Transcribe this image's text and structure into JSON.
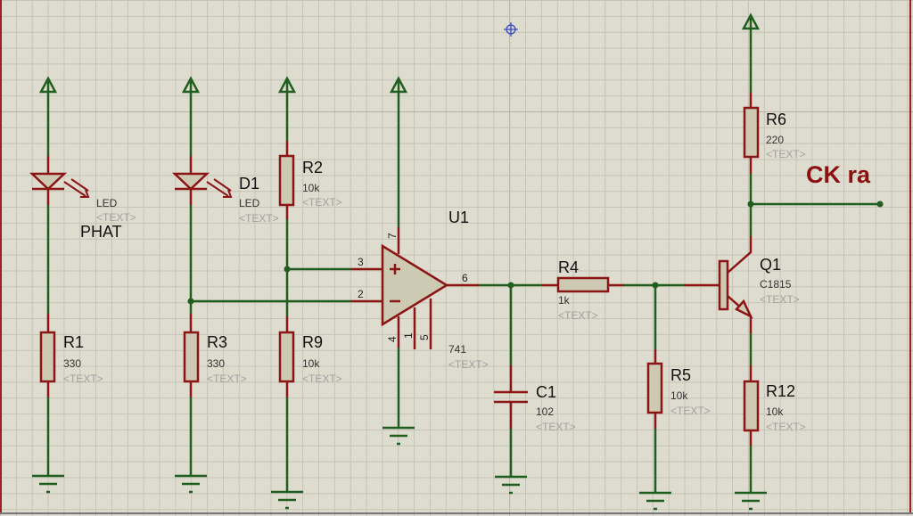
{
  "app": "Schematic capture editor",
  "colors": {
    "background": "#dedccf",
    "grid": "#c4c3b5",
    "grid_major": "#b3b2a4",
    "wire": "#1f5e1f",
    "component": "#8b1414",
    "component_fill": "#cdc9b3",
    "label": "#111111",
    "value": "#333333",
    "placeholder": "#9a9a9a",
    "net_label": "#8b1010",
    "origin_marker": "#3344bb"
  },
  "components": {
    "led1": {
      "ref": "",
      "value": "LED",
      "text": "<TEXT>",
      "extra_label": "PHAT"
    },
    "d1": {
      "ref": "D1",
      "value": "LED",
      "text": "<TEXT>"
    },
    "r1": {
      "ref": "R1",
      "value": "330",
      "text": "<TEXT>"
    },
    "r2": {
      "ref": "R2",
      "value": "10k",
      "text": "<TEXT>"
    },
    "r3": {
      "ref": "R3",
      "value": "330",
      "text": "<TEXT>"
    },
    "r9": {
      "ref": "R9",
      "value": "10k",
      "text": "<TEXT>"
    },
    "u1": {
      "ref": "U1",
      "value": "741",
      "text": "<TEXT>",
      "pins": {
        "p3": "3",
        "p2": "2",
        "p6": "6",
        "p7": "7",
        "p4": "4",
        "p1": "1",
        "p5": "5"
      },
      "plus": "+",
      "minus": "−"
    },
    "r4": {
      "ref": "R4",
      "value": "1k",
      "text": "<TEXT>"
    },
    "c1": {
      "ref": "C1",
      "value": "102",
      "text": "<TEXT>"
    },
    "r5": {
      "ref": "R5",
      "value": "10k",
      "text": "<TEXT>"
    },
    "q1": {
      "ref": "Q1",
      "value": "C1815",
      "text": "<TEXT>"
    },
    "r6": {
      "ref": "R6",
      "value": "220",
      "text": "<TEXT>"
    },
    "r12": {
      "ref": "R12",
      "value": "10k",
      "text": "<TEXT>"
    }
  },
  "net_labels": {
    "output": "CK ra"
  },
  "icons": {
    "power": "power-terminal-icon",
    "ground": "ground-terminal-icon",
    "origin": "origin-marker-icon"
  }
}
